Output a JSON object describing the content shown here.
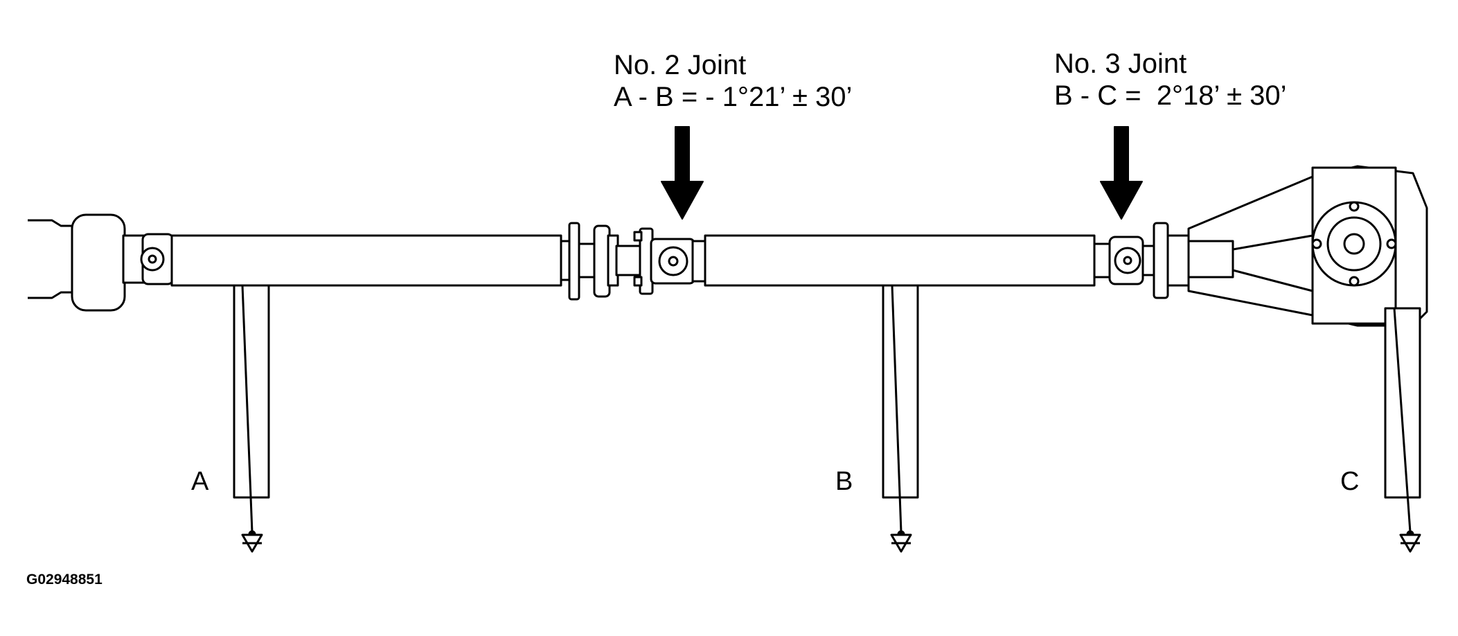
{
  "joints": [
    {
      "title": "No. 2 Joint",
      "formula": "A - B = - 1°21’ ± 30’"
    },
    {
      "title": "No. 3 Joint",
      "formula": "B - C =  2°18’ ± 30’"
    }
  ],
  "plumb_letters": [
    "A",
    "B",
    "C"
  ],
  "figure_code": "G02948851"
}
